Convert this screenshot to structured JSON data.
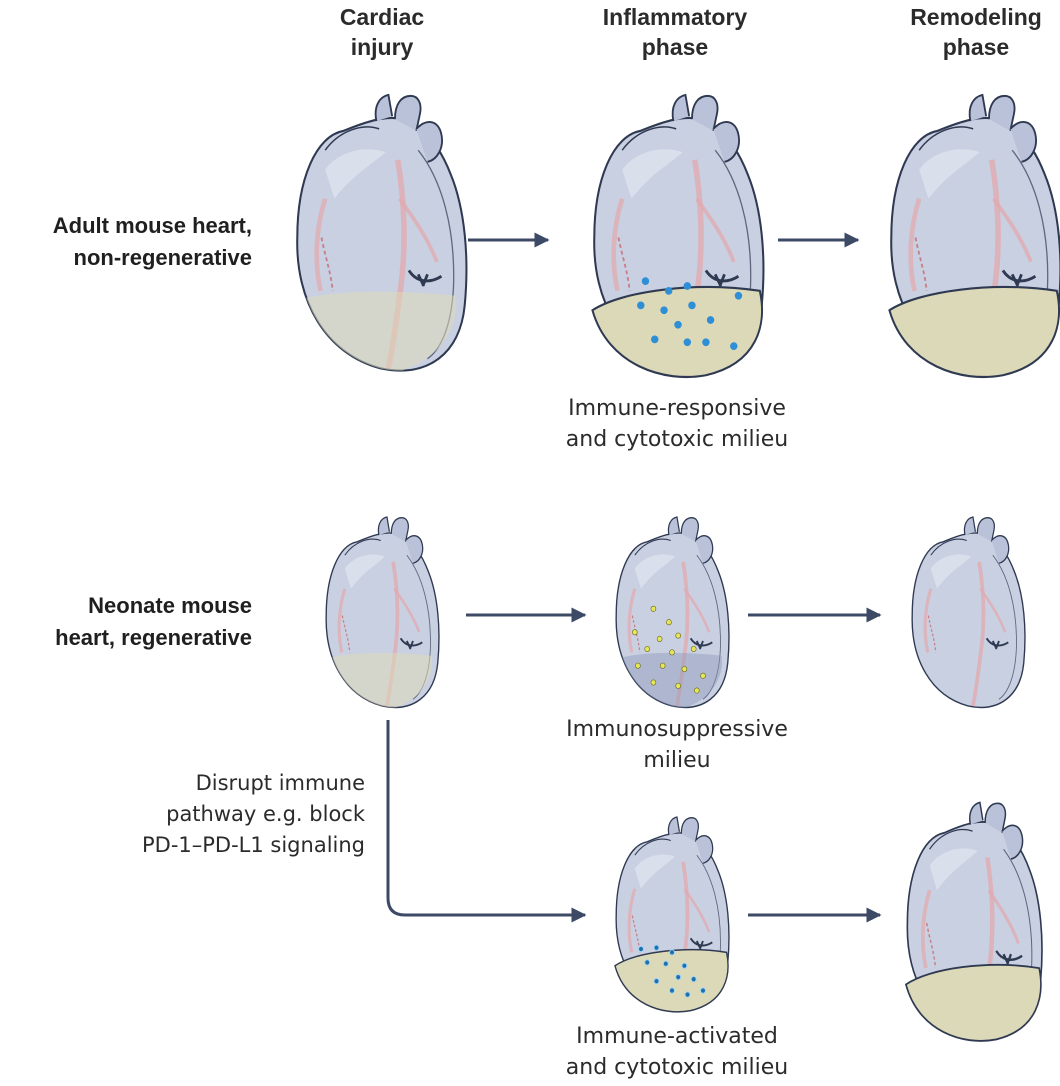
{
  "columns": {
    "injury": "Cardiac\ninjury",
    "inflammatory": "Inflammatory\nphase",
    "remodeling": "Remodeling\nphase"
  },
  "rows": {
    "adult": "Adult mouse heart,\nnon-regenerative",
    "neonate": "Neonate mouse\nheart, regenerative"
  },
  "captions": {
    "adult_inflammatory": "Immune-responsive\nand cytotoxic milieu",
    "neonate_inflammatory": "Immunosuppressive\nmilieu",
    "blocked_inflammatory": "Immune-activated\nand cytotoxic milieu"
  },
  "intervention": "Disrupt immune\npathway e.g. block\nPD-1–PD-L1 signaling",
  "colors": {
    "heart_fill": "#c9d0e2",
    "heart_outline": "#2f3a52",
    "vessel": "#e2a8ad",
    "scar": "#dcd9b8",
    "arrow": "#3d4a66",
    "cytotoxic_cell": "#2f8fd6",
    "suppressive_cell": "#e6e65a"
  }
}
